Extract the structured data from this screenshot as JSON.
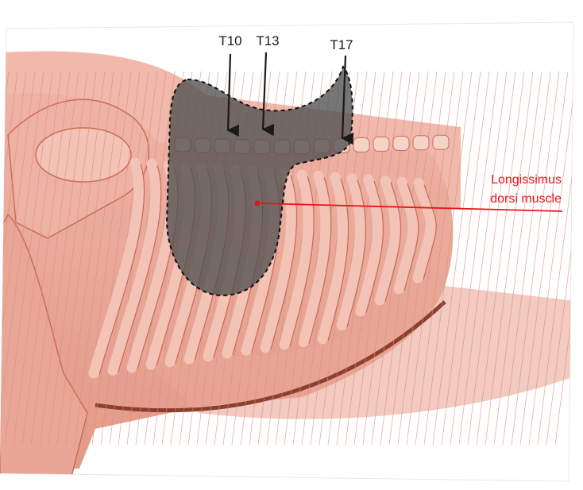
{
  "figure": {
    "vertebra_labels": [
      "T10",
      "T13",
      "T17"
    ],
    "muscle_label": {
      "line1": "Longissimus",
      "line2": "dorsi muscle"
    },
    "colors": {
      "muscle": "#e9a696",
      "muscle_light": "#f3c3b6",
      "muscle_dark": "#c96c57",
      "rib_shadow": "#8c3f2e",
      "saddle_overlay": "#4f4f4f",
      "label_red": "#e8141b",
      "arrow": "#1a1a1a"
    }
  }
}
